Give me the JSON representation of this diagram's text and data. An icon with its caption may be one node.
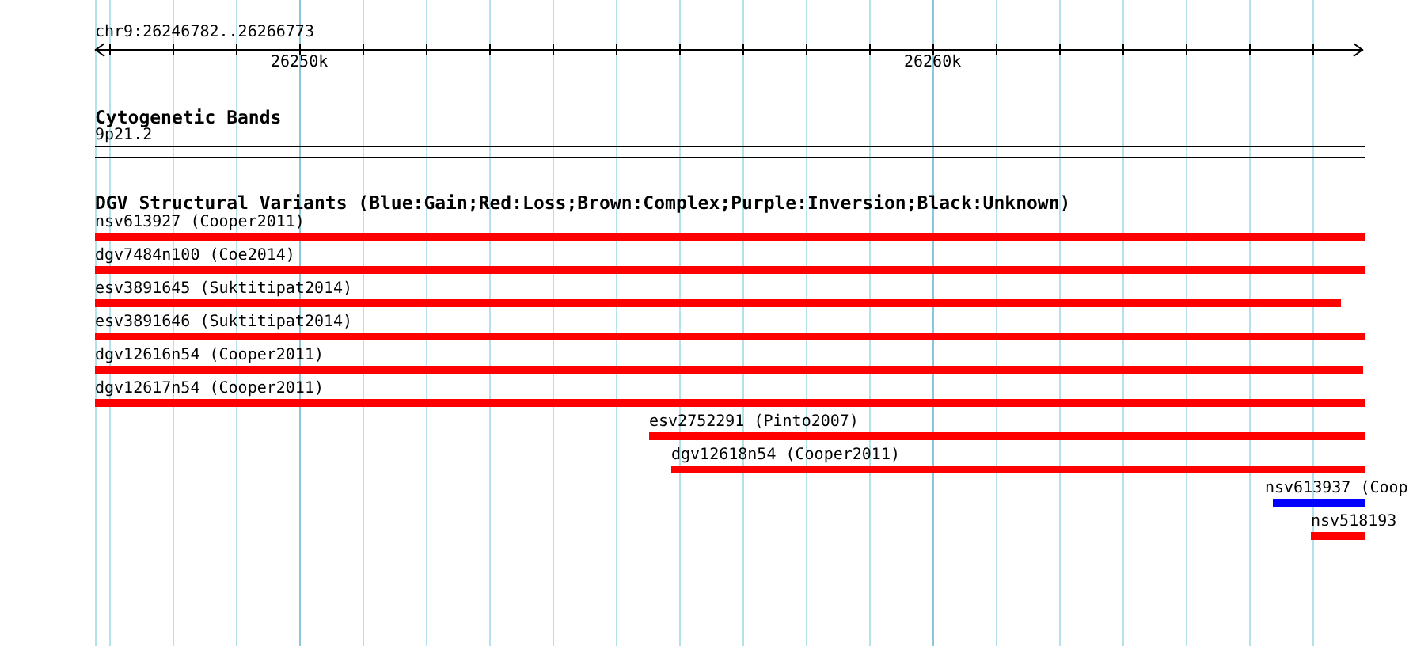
{
  "diagram": {
    "nodes": [
      {
        "text": [],
        "shape": "bar",
        "beside": [
          "9p21.2"
        ]
      },
      {
        "text": [],
        "shape": "bar",
        "beside": [
          "nsv613927 (Cooper2011)"
        ]
      },
      {
        "text": [],
        "shape": "bar",
        "beside": [
          "dgv7484n100 (Coe2014)"
        ]
      },
      {
        "text": [],
        "shape": "bar",
        "beside": [
          "esv3891645 (Suktitipat2014)"
        ]
      },
      {
        "text": [],
        "shape": "bar",
        "beside": [
          "esv3891646 (Suktitipat2014)"
        ]
      },
      {
        "text": [],
        "shape": "bar",
        "beside": [
          "dgv12616n54 (Cooper2011)"
        ]
      },
      {
        "text": [],
        "shape": "bar",
        "beside": [
          "dgv12617n54 (Cooper2011)"
        ]
      },
      {
        "text": [],
        "shape": "bar",
        "beside": [
          "esv2752291 (Pinto2007)"
        ]
      },
      {
        "text": [],
        "shape": "bar",
        "beside": [
          "dgv12618n54 (Cooper2011)"
        ]
      },
      {
        "text": [],
        "shape": "bar",
        "beside": [
          "nsv613937 (Coop"
        ]
      },
      {
        "text": [],
        "shape": "bar",
        "beside": [
          "nsv518193"
        ]
      }
    ],
    "labels": [
      "chr9:26246782..26266773",
      "26250k",
      "26260k",
      "Cytogenetic Bands",
      "DGV Structural Variants (Blue:Gain;Red:Loss;Brown:Complex;Purple:Inversion;Black:Unknown)"
    ]
  }
}
